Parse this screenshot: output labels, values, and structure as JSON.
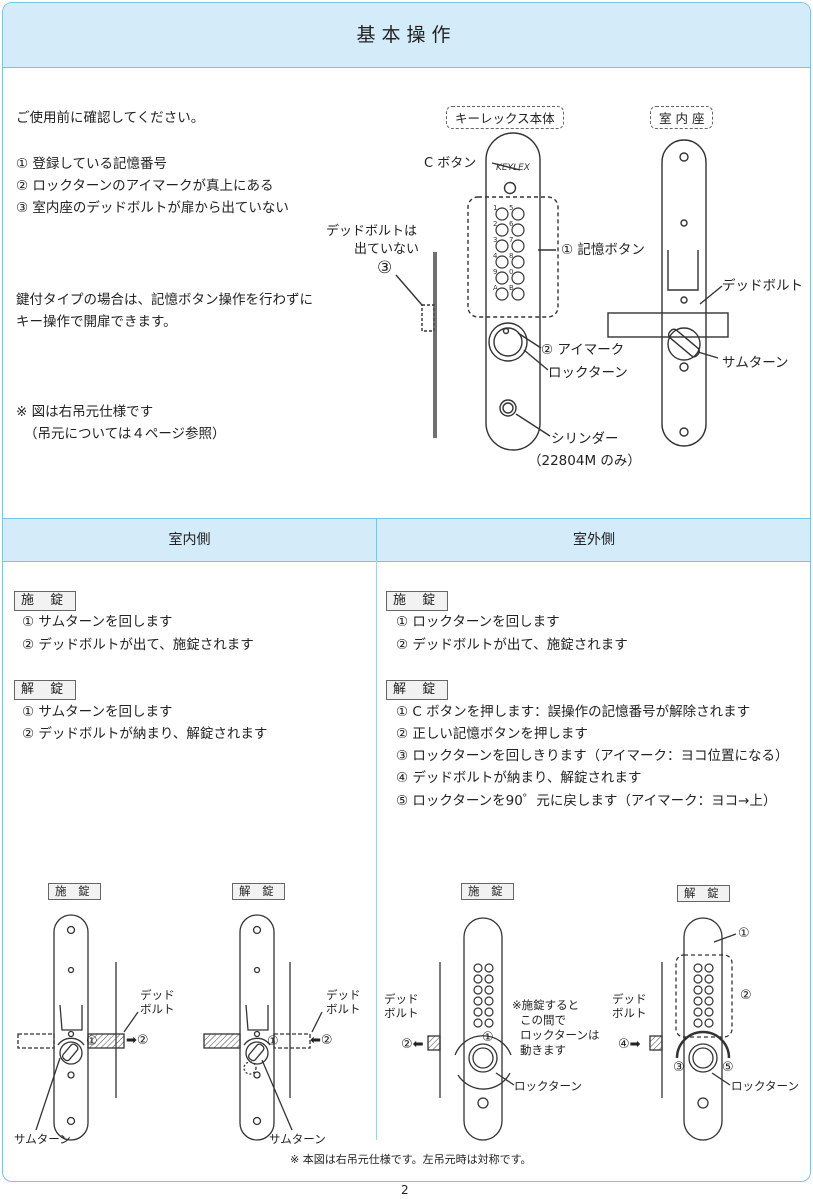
{
  "header": {
    "title": "基本操作"
  },
  "intro": {
    "lead": "ご使用前に確認してください。",
    "checks": [
      "① 登録している記憶番号",
      "② ロックターンのアイマークが真上にある",
      "③ 室内座のデッドボルトが扉から出ていない"
    ],
    "key_note": [
      "鍵付タイプの場合は、記憶ボタン操作を行わずに",
      "キー操作で開扉できます。"
    ],
    "notes": [
      "※ 図は右吊元仕様です",
      "（吊元については４ページ参照）"
    ]
  },
  "diagram_top": {
    "main_label": "キーレックス本体",
    "inner_label": "室 内 座",
    "c_button": "C ボタン",
    "brand": "KEYLEX",
    "memory_buttons": "① 記憶ボタン",
    "eye_mark": "② アイマーク",
    "lock_turn": "ロックターン",
    "cylinder": "シリンダー",
    "cylinder_note": "（22804M のみ）",
    "deadbolt_not_out": [
      "デッドボルトは",
      "出ていない"
    ],
    "circled3": "③",
    "deadbolt": "デッドボルト",
    "thumb_turn": "サムターン",
    "keys": [
      [
        "1",
        "5"
      ],
      [
        "2",
        "6"
      ],
      [
        "3",
        "7"
      ],
      [
        "4",
        "8"
      ],
      [
        "9",
        "0"
      ],
      [
        "A",
        "B"
      ]
    ]
  },
  "indoor": {
    "header": "室内側",
    "lock_title": "施 錠",
    "lock_steps": [
      "① サムターンを回します",
      "② デッドボルトが出て、施錠されます"
    ],
    "unlock_title": "解 錠",
    "unlock_steps": [
      "① サムターンを回します",
      "② デッドボルトが納まり、解錠されます"
    ]
  },
  "outdoor": {
    "header": "室外側",
    "lock_title": "施 錠",
    "lock_steps": [
      "① ロックターンを回します",
      "② デッドボルトが出て、施錠されます"
    ],
    "unlock_title": "解 錠",
    "unlock_steps": [
      "① C ボタンを押します：誤操作の記憶番号が解除されます",
      "② 正しい記憶ボタンを押します",
      "③ ロックターンを回しきります（アイマーク：ヨコ位置になる）",
      "④ デッドボルトが納まり、解錠されます",
      "⑤ ロックターンを90゜元に戻します（アイマーク：ヨコ→上）"
    ]
  },
  "bottom": {
    "lock": "施 錠",
    "unlock": "解 錠",
    "deadbolt": [
      "デッド",
      "ボルト"
    ],
    "thumb_turn": "サムターン",
    "lock_turn": "ロックターン",
    "c1": "①",
    "c2": "②",
    "c3": "③",
    "c4": "④",
    "c5": "⑤",
    "arrow2": "➡②",
    "arrow2_left": "②⬅",
    "arrow2_back": "⬅②",
    "arrow4": "④➡",
    "note": [
      "※施錠すると",
      "この間で",
      "ロックターンは",
      "動きます"
    ],
    "footer_note": "※ 本図は右吊元仕様です。左吊元時は対称です。"
  },
  "page_number": "2"
}
